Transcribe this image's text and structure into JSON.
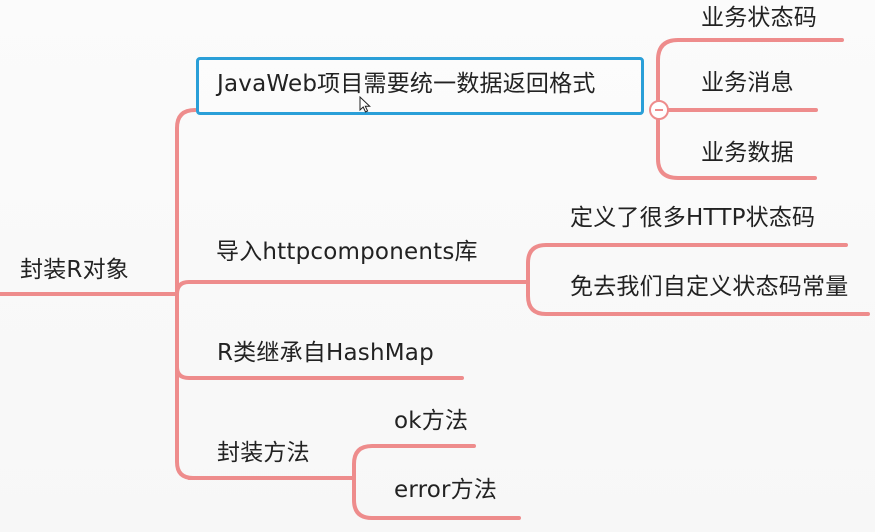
{
  "mindmap": {
    "root": "封装R对象",
    "branches": [
      {
        "label": "JavaWeb项目需要统一数据返回格式",
        "children": [
          "业务状态码",
          "业务消息",
          "业务数据"
        ]
      },
      {
        "label": "导入httpcomponents库",
        "children": [
          "定义了很多HTTP状态码",
          "免去我们自定义状态码常量"
        ]
      },
      {
        "label": "R类继承自HashMap",
        "children": []
      },
      {
        "label": "封装方法",
        "children": [
          "ok方法",
          "error方法"
        ]
      }
    ]
  },
  "icons": {
    "collapse": "minus-circle-icon",
    "cursor": "mouse-cursor-icon"
  },
  "colors": {
    "connector": "#ee8c8c",
    "selection": "#2a9fd8",
    "text": "#222222"
  }
}
